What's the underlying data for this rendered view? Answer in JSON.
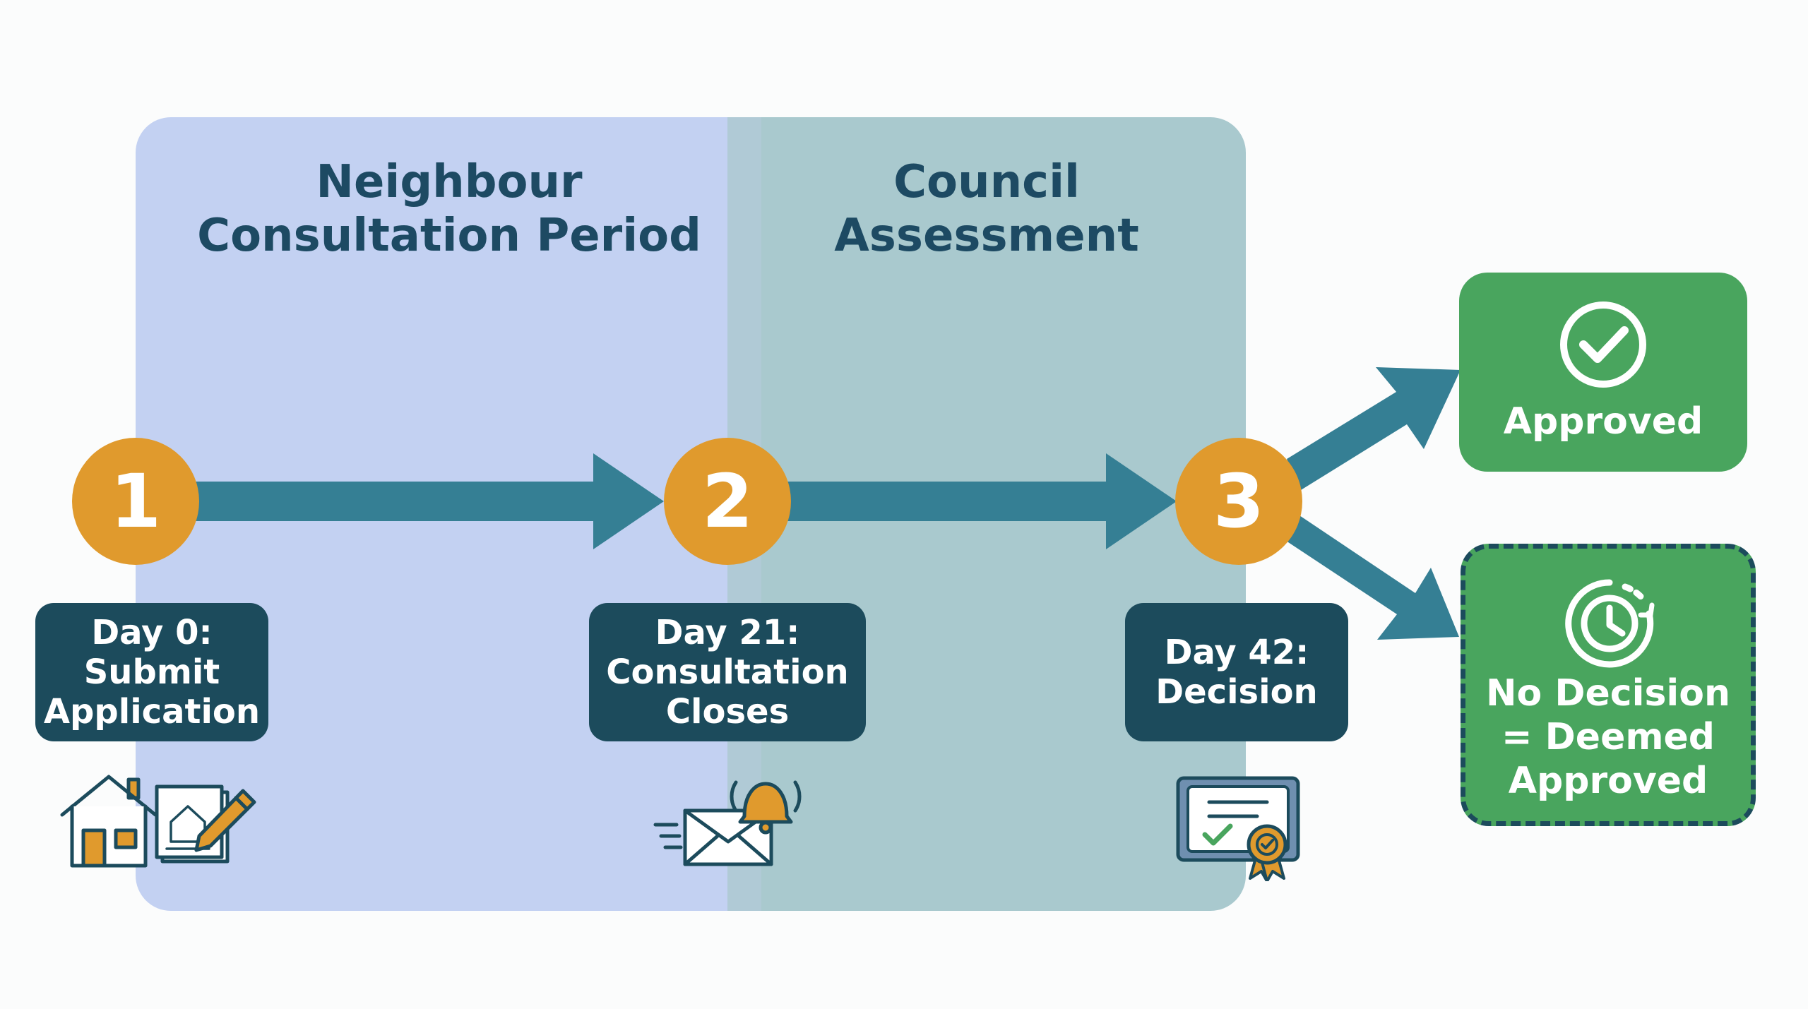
{
  "phases": [
    {
      "title_lines": [
        "Neighbour",
        "Consultation Period"
      ],
      "color": "#c3d1f2"
    },
    {
      "title_lines": [
        "Council",
        "Assessment"
      ],
      "color": "#a9c9ce"
    }
  ],
  "steps": [
    {
      "number": "1",
      "label_lines": [
        "Day 0:",
        "Submit",
        "Application"
      ],
      "icon": "house-and-documents-icon"
    },
    {
      "number": "2",
      "label_lines": [
        "Day 21:",
        "Consultation",
        "Closes"
      ],
      "icon": "envelope-with-bell-icon"
    },
    {
      "number": "3",
      "label_lines": [
        "Day 42:",
        "Decision"
      ],
      "icon": "certificate-with-seal-icon"
    }
  ],
  "outcomes": [
    {
      "lines": [
        "Approved"
      ],
      "icon": "check-circle-icon",
      "style": "solid"
    },
    {
      "lines": [
        "No Decision",
        "= Deemed",
        "Approved"
      ],
      "icon": "clock-icon",
      "style": "dashed"
    }
  ],
  "colors": {
    "step_circle": "#e09a2d",
    "arrow": "#357f94",
    "label_box": "#1c4b5c",
    "outcome": "#49a55e",
    "title_text": "#1d4a63"
  }
}
